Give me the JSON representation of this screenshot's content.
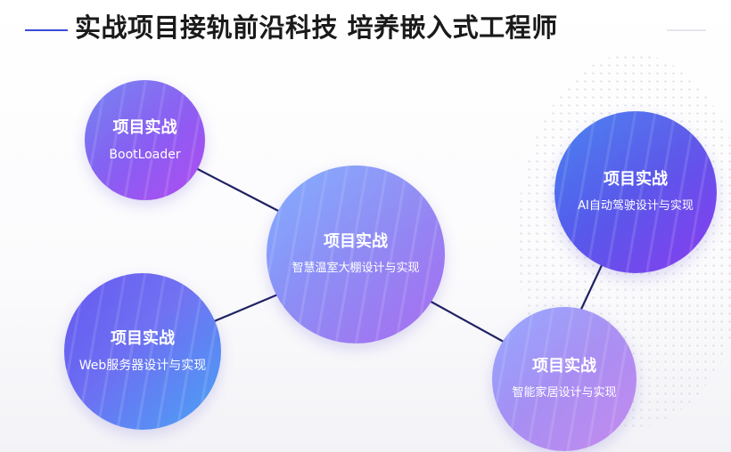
{
  "header": {
    "title": "实战项目接轨前沿科技 培养嵌入式工程师"
  },
  "colors": {
    "accent_line": "#3a4bd6",
    "connector": "#1f2363",
    "title_text": "#1a1a1a"
  },
  "projects": [
    {
      "kicker": "项目实战",
      "name": "BootLoader"
    },
    {
      "kicker": "项目实战",
      "name": "智慧温室大棚设计与实现"
    },
    {
      "kicker": "项目实战",
      "name": "AI自动驾驶设计与实现"
    },
    {
      "kicker": "项目实战",
      "name": "Web服务器设计与实现"
    },
    {
      "kicker": "项目实战",
      "name": "智能家居设计与实现"
    }
  ]
}
